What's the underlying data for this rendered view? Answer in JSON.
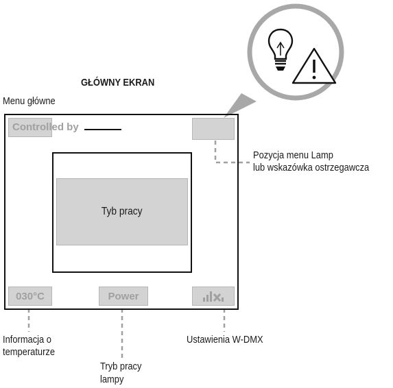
{
  "title": "GŁÓWNY EKRAN",
  "menu_label": "Menu główne",
  "screen": {
    "controlled_by": "Controlled by",
    "mode_box": "Tyb pracy",
    "temperature": "030°C",
    "power": "Power",
    "wdmx_icon": "wdmx-signal-icon"
  },
  "callouts": {
    "lamp_menu_line1": "Pozycja menu Lamp",
    "lamp_menu_line2": "lub wskazówka ostrzegawcza",
    "temperature_line1": "Informacja o",
    "temperature_line2": "temperaturze",
    "mode_line1": "Tryb pracy",
    "mode_line2": "lampy",
    "wdmx": "Ustawienia W-DMX"
  },
  "bubble_icons": [
    "lightbulb-icon",
    "warning-triangle-icon"
  ]
}
